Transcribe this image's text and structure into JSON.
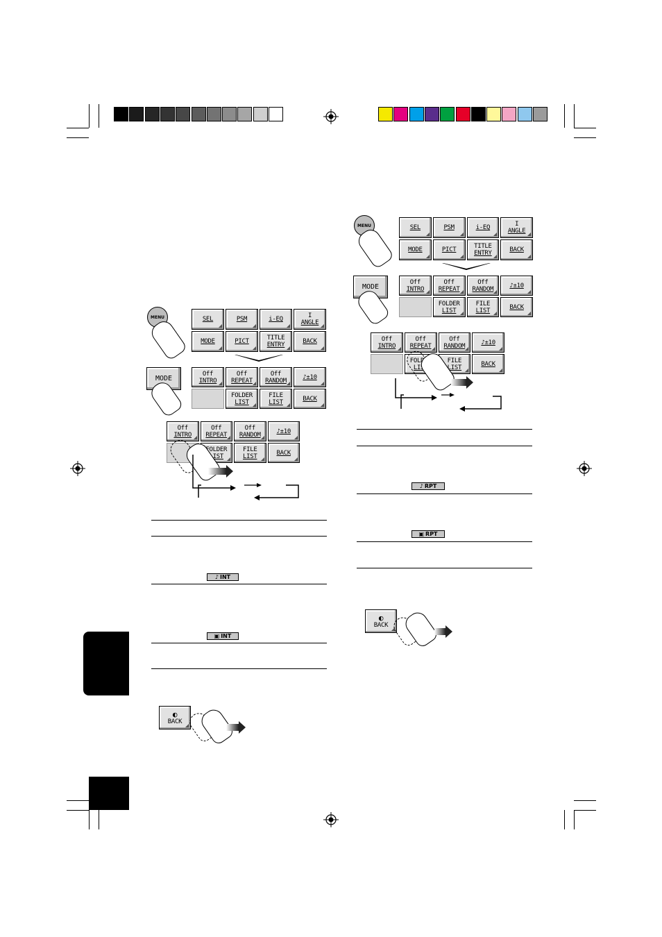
{
  "color_bar": {
    "gray_swatches": [
      "#000000",
      "#1b1b1b",
      "#262626",
      "#333333",
      "#474747",
      "#5c5c5c",
      "#737373",
      "#8c8c8c",
      "#a6a6a6",
      "#cfcfcf",
      "#ffffff"
    ],
    "color_swatches": [
      "#f5e900",
      "#e4007f",
      "#00a0e9",
      "#5a2d8c",
      "#00a040",
      "#e60028",
      "#000000",
      "#fff89a",
      "#f4a6c4",
      "#8fc8ee",
      "#9b9b9b"
    ]
  },
  "icons": {
    "crosshair": "registration-mark-icon",
    "finger": "pressing-finger-icon",
    "arrow": "right-arrow-icon"
  },
  "menu_button": {
    "label": "MENU"
  },
  "mode_button": {
    "label": "MODE"
  },
  "menu_screen": {
    "row1": [
      {
        "top": "",
        "bottom": "SEL"
      },
      {
        "top": "",
        "bottom": "PSM"
      },
      {
        "top": "",
        "bottom": "i-EQ"
      },
      {
        "top": "I",
        "bottom": "ANGLE"
      }
    ],
    "row2": [
      {
        "top": "",
        "bottom": "MODE"
      },
      {
        "top": "",
        "bottom": "PICT"
      },
      {
        "top": "TITLE",
        "bottom": "ENTRY"
      },
      {
        "top": "",
        "bottom": "BACK"
      }
    ]
  },
  "mode_screen": {
    "row1": [
      {
        "top": "Off",
        "bottom": "INTRO"
      },
      {
        "top": "Off",
        "bottom": "REPEAT"
      },
      {
        "top": "Off",
        "bottom": "RANDOM"
      },
      {
        "top": "",
        "bottom": "♪±10"
      }
    ],
    "row2": [
      {
        "top": "",
        "bottom": ""
      },
      {
        "top": "FOLDER",
        "bottom": "LIST"
      },
      {
        "top": "FILE",
        "bottom": "LIST"
      },
      {
        "top": "",
        "bottom": "BACK"
      }
    ]
  },
  "left_table": {
    "badge1": "INT",
    "badge2": "INT"
  },
  "right_table": {
    "badge1": "RPT",
    "badge2": "RPT"
  },
  "back_label": "BACK"
}
